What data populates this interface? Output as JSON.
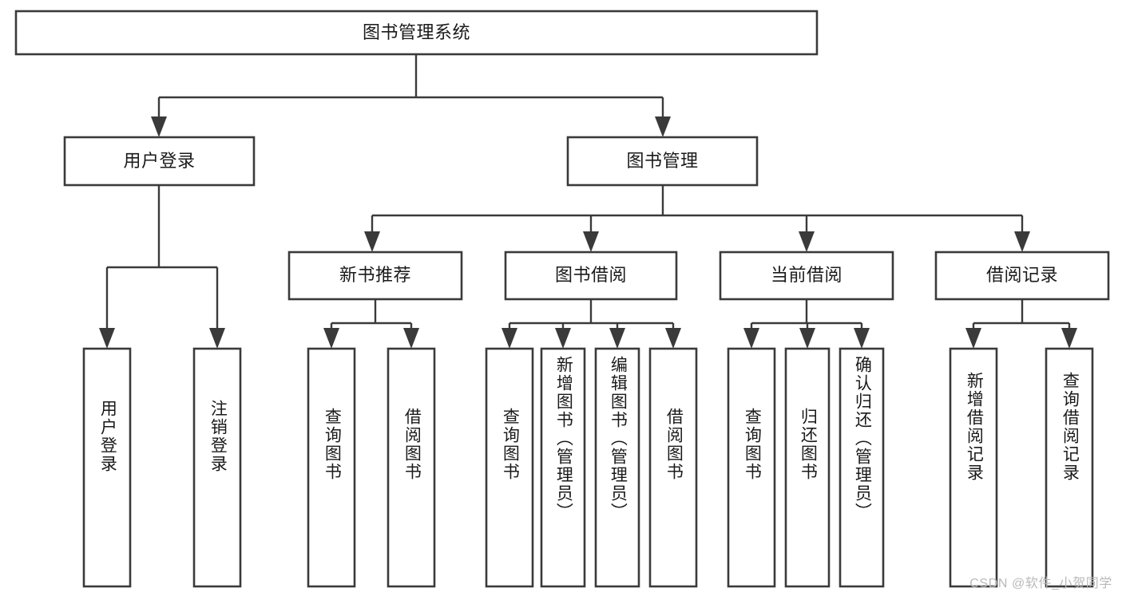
{
  "diagram": {
    "title": "图书管理系统",
    "type": "tree-hierarchy-diagram",
    "colors": {
      "box_stroke": "#3a3a3a",
      "box_fill": "#ffffff",
      "connector": "#3a3a3a",
      "text": "#1a1a1a",
      "background": "#ffffff",
      "watermark": "#b9b9b9"
    },
    "root": {
      "label": "图书管理系统",
      "orientation": "horizontal"
    },
    "level2": [
      {
        "label": "用户登录",
        "orientation": "horizontal"
      },
      {
        "label": "图书管理",
        "orientation": "horizontal"
      }
    ],
    "level3": [
      {
        "label": "新书推荐",
        "orientation": "horizontal"
      },
      {
        "label": "图书借阅",
        "orientation": "horizontal"
      },
      {
        "label": "当前借阅",
        "orientation": "horizontal"
      },
      {
        "label": "借阅记录",
        "orientation": "horizontal"
      }
    ],
    "leaves": {
      "user_login": [
        {
          "label": "用户登录",
          "orientation": "vertical"
        },
        {
          "label": "注销登录",
          "orientation": "vertical"
        }
      ],
      "new_book_recommend": [
        {
          "label": "查询图书",
          "orientation": "vertical"
        },
        {
          "label": "借阅图书",
          "orientation": "vertical"
        }
      ],
      "book_borrow": [
        {
          "label": "查询图书",
          "orientation": "vertical"
        },
        {
          "label": "新增图书（管理员）",
          "orientation": "vertical"
        },
        {
          "label": "编辑图书（管理员）",
          "orientation": "vertical"
        },
        {
          "label": "借阅图书",
          "orientation": "vertical"
        }
      ],
      "current_borrow": [
        {
          "label": "查询图书",
          "orientation": "vertical"
        },
        {
          "label": "归还图书",
          "orientation": "vertical"
        },
        {
          "label": "确认归还（管理员）",
          "orientation": "vertical"
        }
      ],
      "borrow_record": [
        {
          "label": "新增借阅记录",
          "orientation": "vertical"
        },
        {
          "label": "查询借阅记录",
          "orientation": "vertical"
        }
      ]
    }
  },
  "watermark": {
    "text": "CSDN @软件_小贺同学"
  }
}
